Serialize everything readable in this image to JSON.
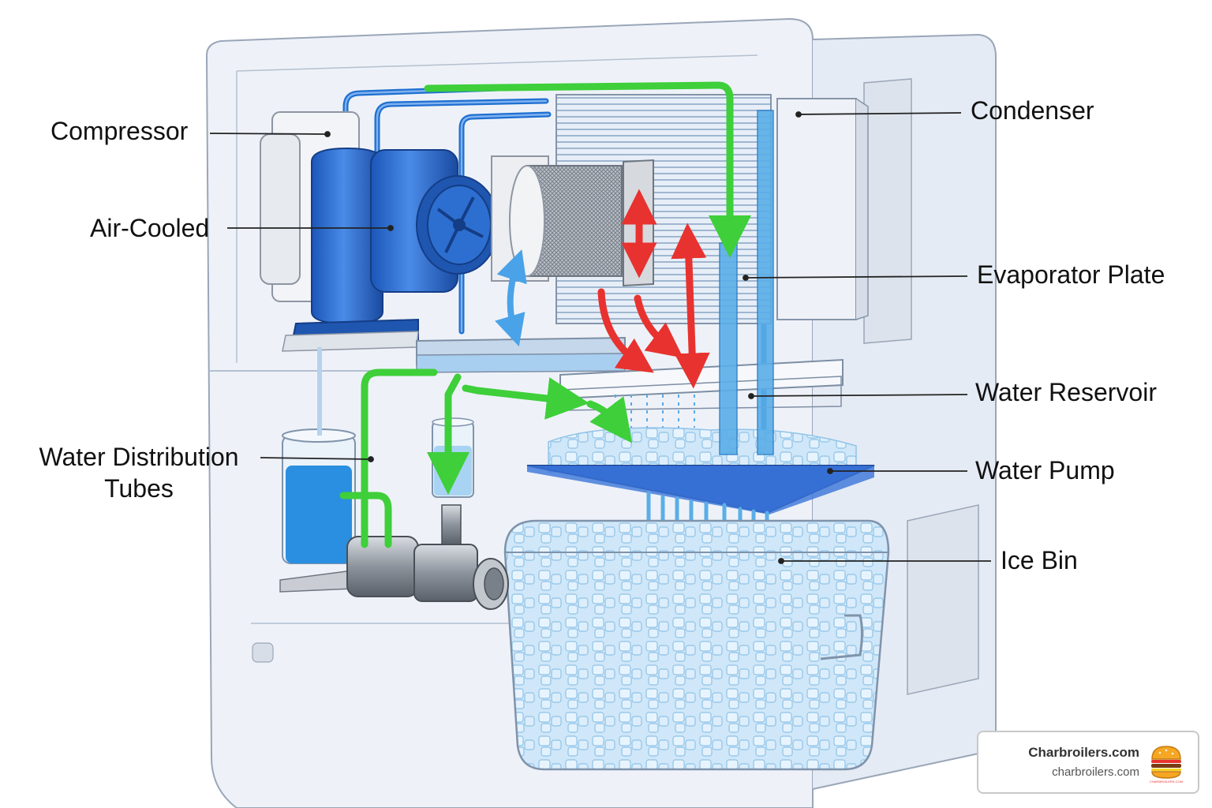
{
  "labels": {
    "compressor": "Compressor",
    "air_cooled": "Air-Cooled",
    "water_distribution_line1": "Water Distribution",
    "water_distribution_line2": "Tubes",
    "condenser": "Condenser",
    "evaporator_plate": "Evaporator Plate",
    "water_reservoir": "Water Reservoir",
    "water_pump": "Water Pump",
    "ice_bin": "Ice Bin"
  },
  "brand": {
    "title": "Charbroilers.com",
    "url": "charbroilers.com",
    "logo_text": "CHARBROILERS.COM",
    "logo_icon": "burger-icon"
  },
  "colors": {
    "refrigerant_line": "#1f6fd1",
    "water_flow_arrow": "#3ecf3a",
    "heat_arrow": "#e8322f",
    "air_flow_arrow": "#4aa3e8",
    "cabinet_outline": "#9aa6b8",
    "ice": "#bfe0f7",
    "water": "#2a8fe0"
  }
}
